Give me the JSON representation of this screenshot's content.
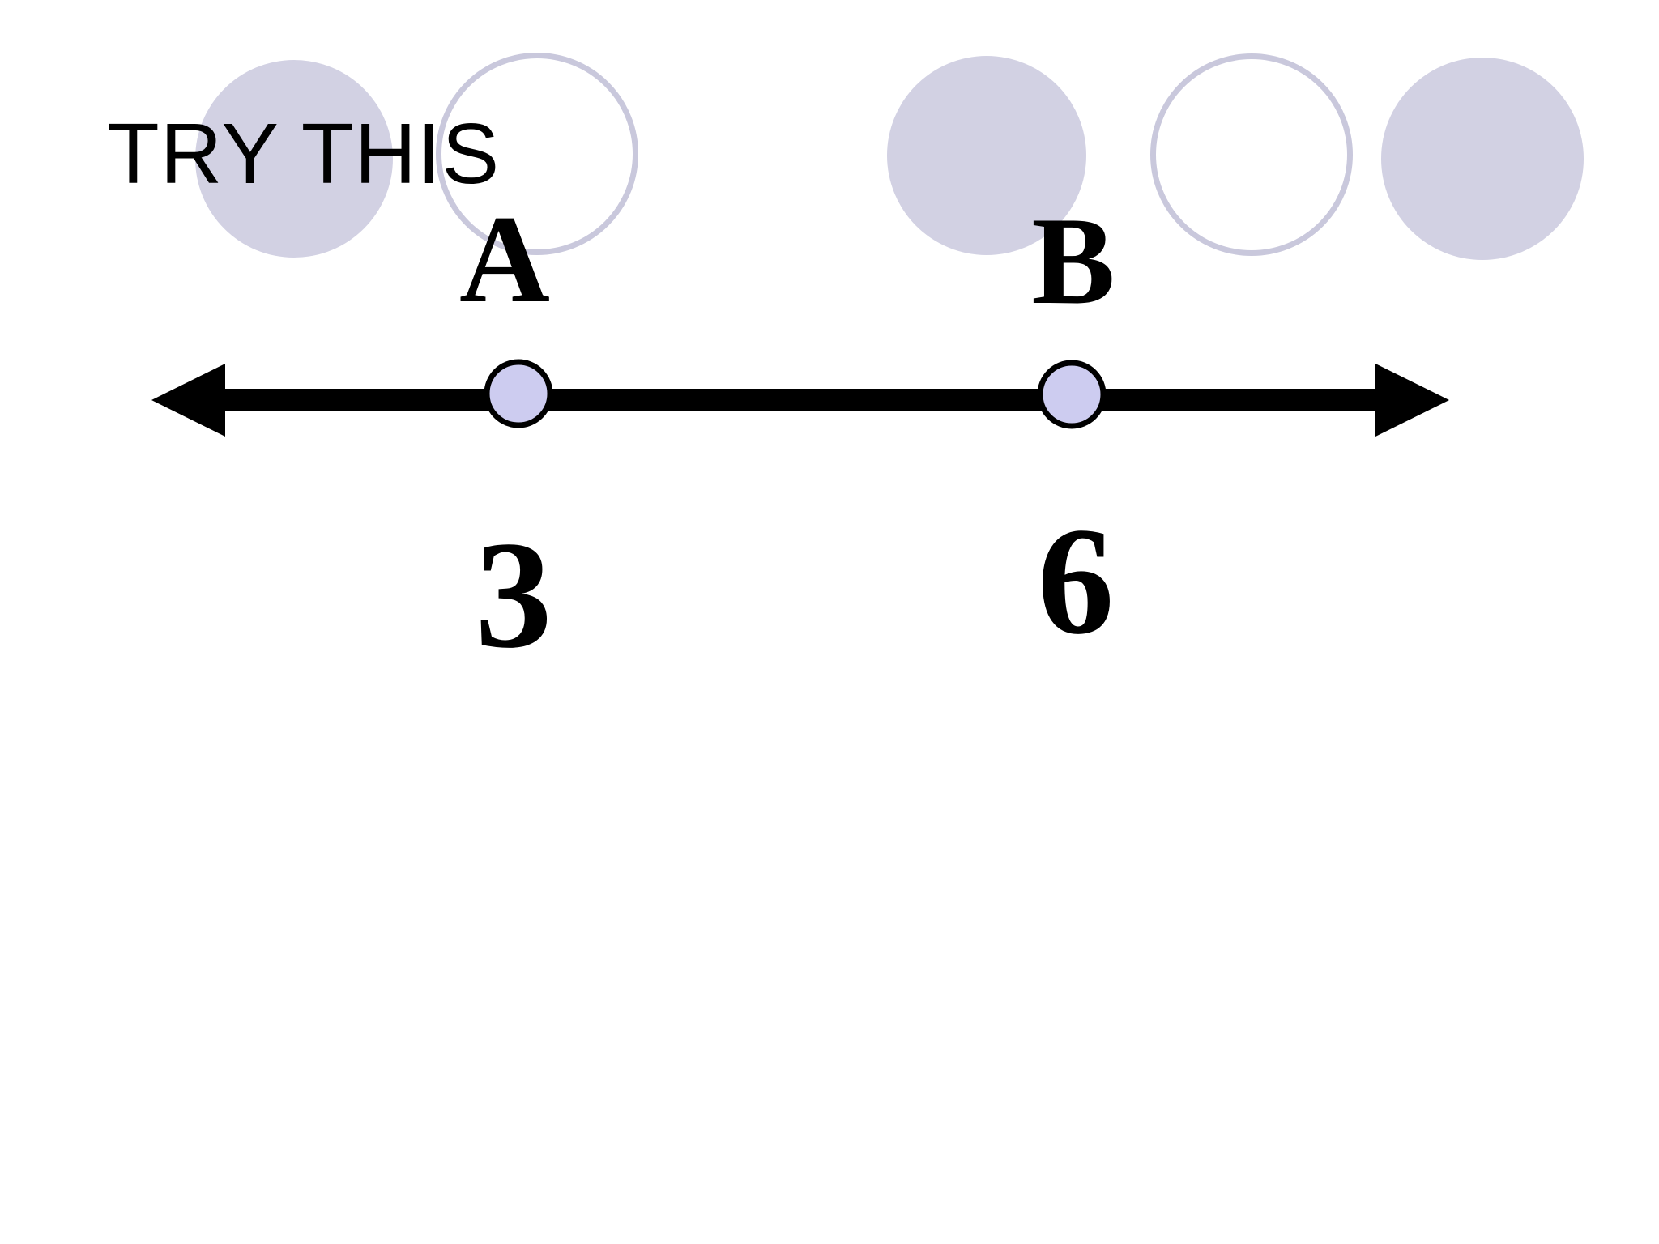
{
  "slide": {
    "title": "TRY THIS",
    "background_color": "#ffffff",
    "text_color": "#000000"
  },
  "number_line": {
    "type": "number-line",
    "line_color": "#000000",
    "point_fill": "#cdccf0",
    "point_stroke": "#000000",
    "points": [
      {
        "label": "A",
        "value": "3"
      },
      {
        "label": "B",
        "value": "6"
      }
    ]
  },
  "decor": {
    "filled_circle_color": "#d2d1e3",
    "outline_circle_color": "#c9c8dc",
    "circle_count": 5,
    "pattern": [
      "filled",
      "outline",
      "filled",
      "outline",
      "filled"
    ]
  }
}
